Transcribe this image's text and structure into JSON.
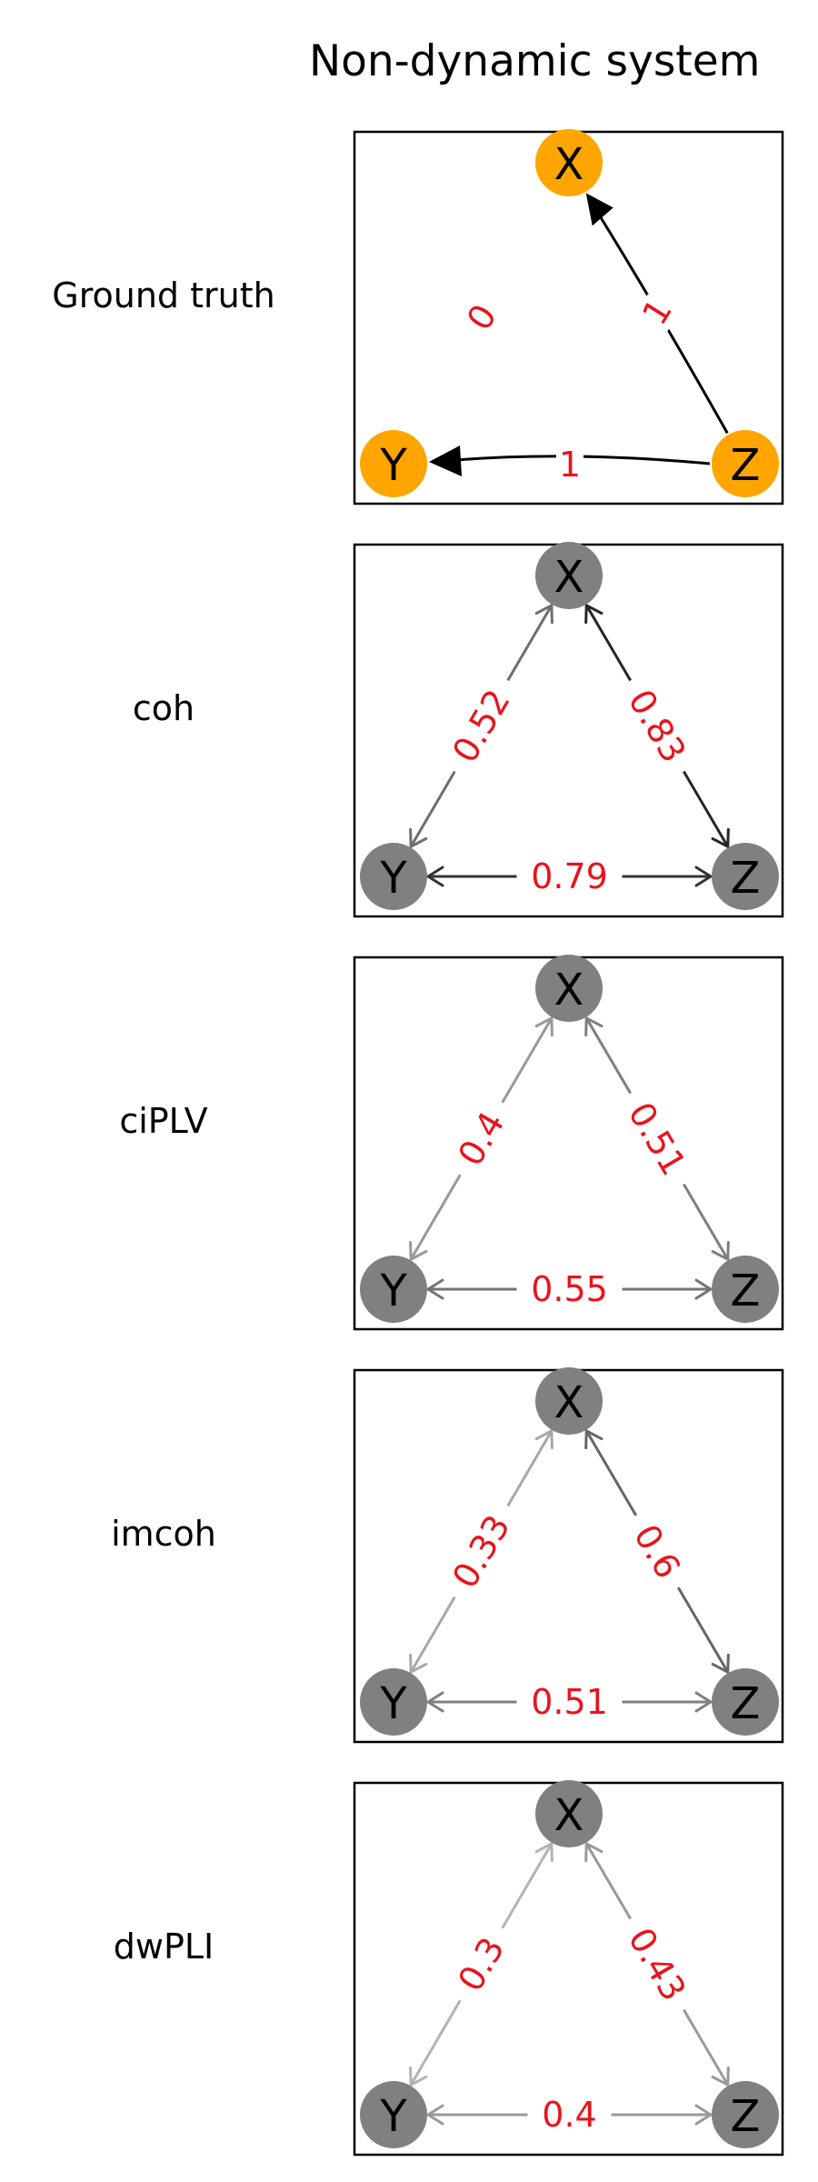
{
  "title": "Non-dynamic system",
  "colors": {
    "ground_truth_node": "#ffa500",
    "estimate_node": "#808080",
    "edge_label": "#e8141c"
  },
  "panels": [
    {
      "label": "Ground truth",
      "node_labels": [
        "X",
        "Y",
        "Z"
      ],
      "edges": [
        {
          "from": "Z",
          "to": "X",
          "label": "1",
          "directed": true
        },
        {
          "from": "Z",
          "to": "Y",
          "label": "1",
          "directed": true
        },
        {
          "between": [
            "X",
            "Y"
          ],
          "label": "0",
          "drawn": false
        }
      ]
    },
    {
      "label": "coh",
      "node_labels": [
        "X",
        "Y",
        "Z"
      ],
      "edges": [
        {
          "between": [
            "X",
            "Y"
          ],
          "label": "0.52"
        },
        {
          "between": [
            "X",
            "Z"
          ],
          "label": "0.83"
        },
        {
          "between": [
            "Y",
            "Z"
          ],
          "label": "0.79"
        }
      ]
    },
    {
      "label": "ciPLV",
      "node_labels": [
        "X",
        "Y",
        "Z"
      ],
      "edges": [
        {
          "between": [
            "X",
            "Y"
          ],
          "label": "0.4"
        },
        {
          "between": [
            "X",
            "Z"
          ],
          "label": "0.51"
        },
        {
          "between": [
            "Y",
            "Z"
          ],
          "label": "0.55"
        }
      ]
    },
    {
      "label": "imcoh",
      "node_labels": [
        "X",
        "Y",
        "Z"
      ],
      "edges": [
        {
          "between": [
            "X",
            "Y"
          ],
          "label": "0.33"
        },
        {
          "between": [
            "X",
            "Z"
          ],
          "label": "0.6"
        },
        {
          "between": [
            "Y",
            "Z"
          ],
          "label": "0.51"
        }
      ]
    },
    {
      "label": "dwPLI",
      "node_labels": [
        "X",
        "Y",
        "Z"
      ],
      "edges": [
        {
          "between": [
            "X",
            "Y"
          ],
          "label": "0.3"
        },
        {
          "between": [
            "X",
            "Z"
          ],
          "label": "0.43"
        },
        {
          "between": [
            "Y",
            "Z"
          ],
          "label": "0.4"
        }
      ]
    }
  ]
}
